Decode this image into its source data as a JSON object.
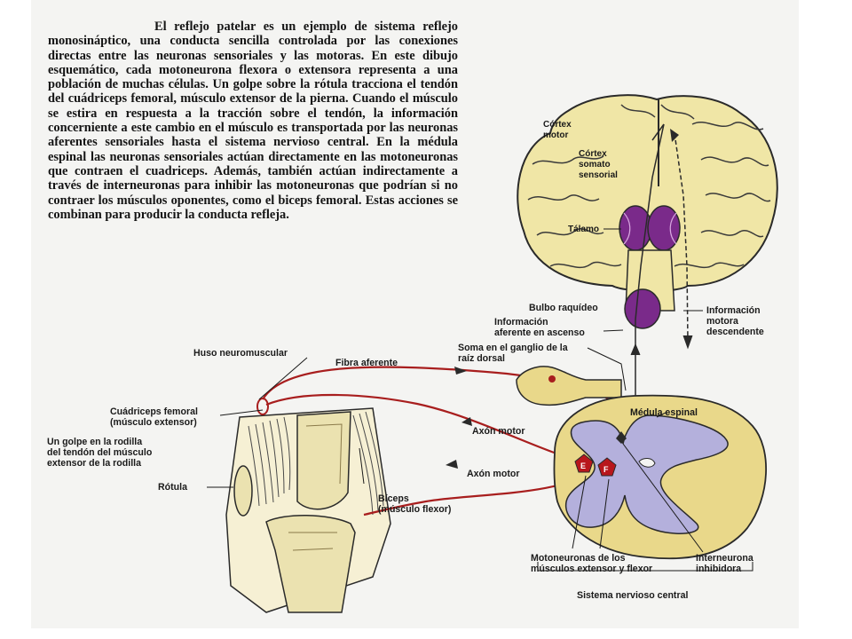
{
  "intro_text": "El reflejo patelar es un ejemplo de sistema reflejo monosináptico, una conducta sencilla controlada por las conexiones directas entre las neuronas sensoriales y las motoras. En este dibujo esquemático, cada motoneurona flexora o extensora representa a una población de muchas células. Un golpe sobre la rótula tracciona el tendón del cuádriceps femoral, músculo extensor de la pierna. Cuando el músculo se estira en respuesta a la tracción sobre el tendón, la información concerniente a este cambio en el músculo es transportada por las neuronas aferentes sensoriales hasta el sistema nervioso central. En la médula espinal las neuronas sensoriales actúan directamente en las motoneuronas que contraen el cuadriceps. Además, también actúan indirectamente a través de interneuronas para inhibir las motoneuronas que podrían si no contraer los músculos oponentes, como el biceps femoral. Estas acciones se combinan para producir la conducta refleja.",
  "labels": {
    "cortex_motor_1": "Córtex",
    "cortex_motor_2": "motor",
    "cortex_somato_1": "Córtex",
    "cortex_somato_2": "somato",
    "cortex_somato_3": "sensorial",
    "talamo": "Tálamo",
    "bulbo": "Bulbo raquídeo",
    "info_aferente_1": "Información",
    "info_aferente_2": "aferente en ascenso",
    "info_motora_1": "Información",
    "info_motora_2": "motora",
    "info_motora_3": "descendente",
    "soma_1": "Soma en el ganglio de la",
    "soma_2": "raíz dorsal",
    "huso": "Huso neuromuscular",
    "fibra": "Fibra aferente",
    "cuadriceps_1": "Cuádriceps femoral",
    "cuadriceps_2": "(músculo extensor)",
    "golpe_1": "Un golpe en la rodilla",
    "golpe_2": "del tendón del músculo",
    "golpe_3": "extensor de la rodilla",
    "axon_1": "Axón motor",
    "axon_2": "Axón motor",
    "medula": "Médula espinal",
    "rotula": "Rótula",
    "biceps_1": "Bíceps",
    "biceps_2": "(músculo flexor)",
    "motoneuronas_1": "Motoneuronas de los",
    "motoneuronas_2": "músculos extensor y flexor",
    "interneurona_1": "Interneurona",
    "interneurona_2": "inhibidora",
    "snc": "Sistema nervioso central",
    "neuron_e": "E",
    "neuron_f": "F"
  },
  "colors": {
    "nerve": "#a81e1e",
    "neuron_fill": "#b8161c",
    "brain_fill": "#f0e6a6",
    "brain_outline": "#2a2a2a",
    "thalamus": "#7a2a8a",
    "cord_white": "#e9d88a",
    "cord_grey": "#b4b0dc",
    "bone": "#ebe2b0"
  }
}
